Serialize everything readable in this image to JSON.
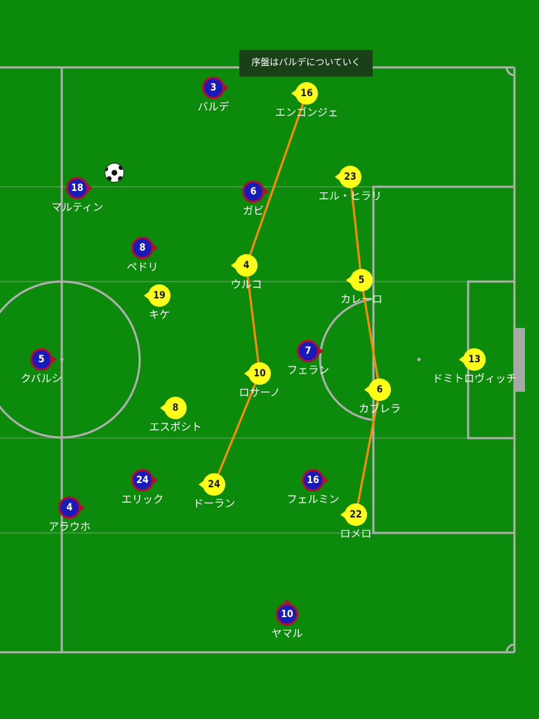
{
  "caption": "序盤はバルデについていく",
  "colors": {
    "grass": "#0b8a0b",
    "line": "#b0b0b0",
    "team_blue": "#1a1ab8",
    "team_blue_border": "#b01030",
    "team_yellow": "#ffff1a",
    "defensive_line": "#ff8c00"
  },
  "barca_players": [
    {
      "number": "3",
      "name": "バルデ",
      "facing": "right"
    },
    {
      "number": "18",
      "name": "マルティン",
      "facing": "right"
    },
    {
      "number": "6",
      "name": "ガビ",
      "facing": "right"
    },
    {
      "number": "8",
      "name": "ペドリ",
      "facing": "right"
    },
    {
      "number": "5",
      "name": "クバルシ",
      "facing": "right"
    },
    {
      "number": "7",
      "name": "フェラン",
      "facing": "right"
    },
    {
      "number": "24",
      "name": "エリック",
      "facing": "right"
    },
    {
      "number": "16",
      "name": "フェルミン",
      "facing": "right"
    },
    {
      "number": "4",
      "name": "アラウホ",
      "facing": "right"
    },
    {
      "number": "10",
      "name": "ヤマル",
      "facing": "up"
    }
  ],
  "bvb_players": [
    {
      "number": "16",
      "name": "エンゴンジェ",
      "facing": "left"
    },
    {
      "number": "23",
      "name": "エル・ヒラリ",
      "facing": "left"
    },
    {
      "number": "4",
      "name": "ウルコ",
      "facing": "left"
    },
    {
      "number": "5",
      "name": "カレーロ",
      "facing": "left"
    },
    {
      "number": "19",
      "name": "キケ",
      "facing": "left"
    },
    {
      "number": "10",
      "name": "ロサーノ",
      "facing": "left"
    },
    {
      "number": "6",
      "name": "カブレラ",
      "facing": "left"
    },
    {
      "number": "13",
      "name": "ドミトロヴィッチ",
      "facing": "left"
    },
    {
      "number": "8",
      "name": "エスポシト",
      "facing": "left"
    },
    {
      "number": "24",
      "name": "ドーラン",
      "facing": "left"
    },
    {
      "number": "22",
      "name": "ロメロ",
      "facing": "left"
    }
  ]
}
